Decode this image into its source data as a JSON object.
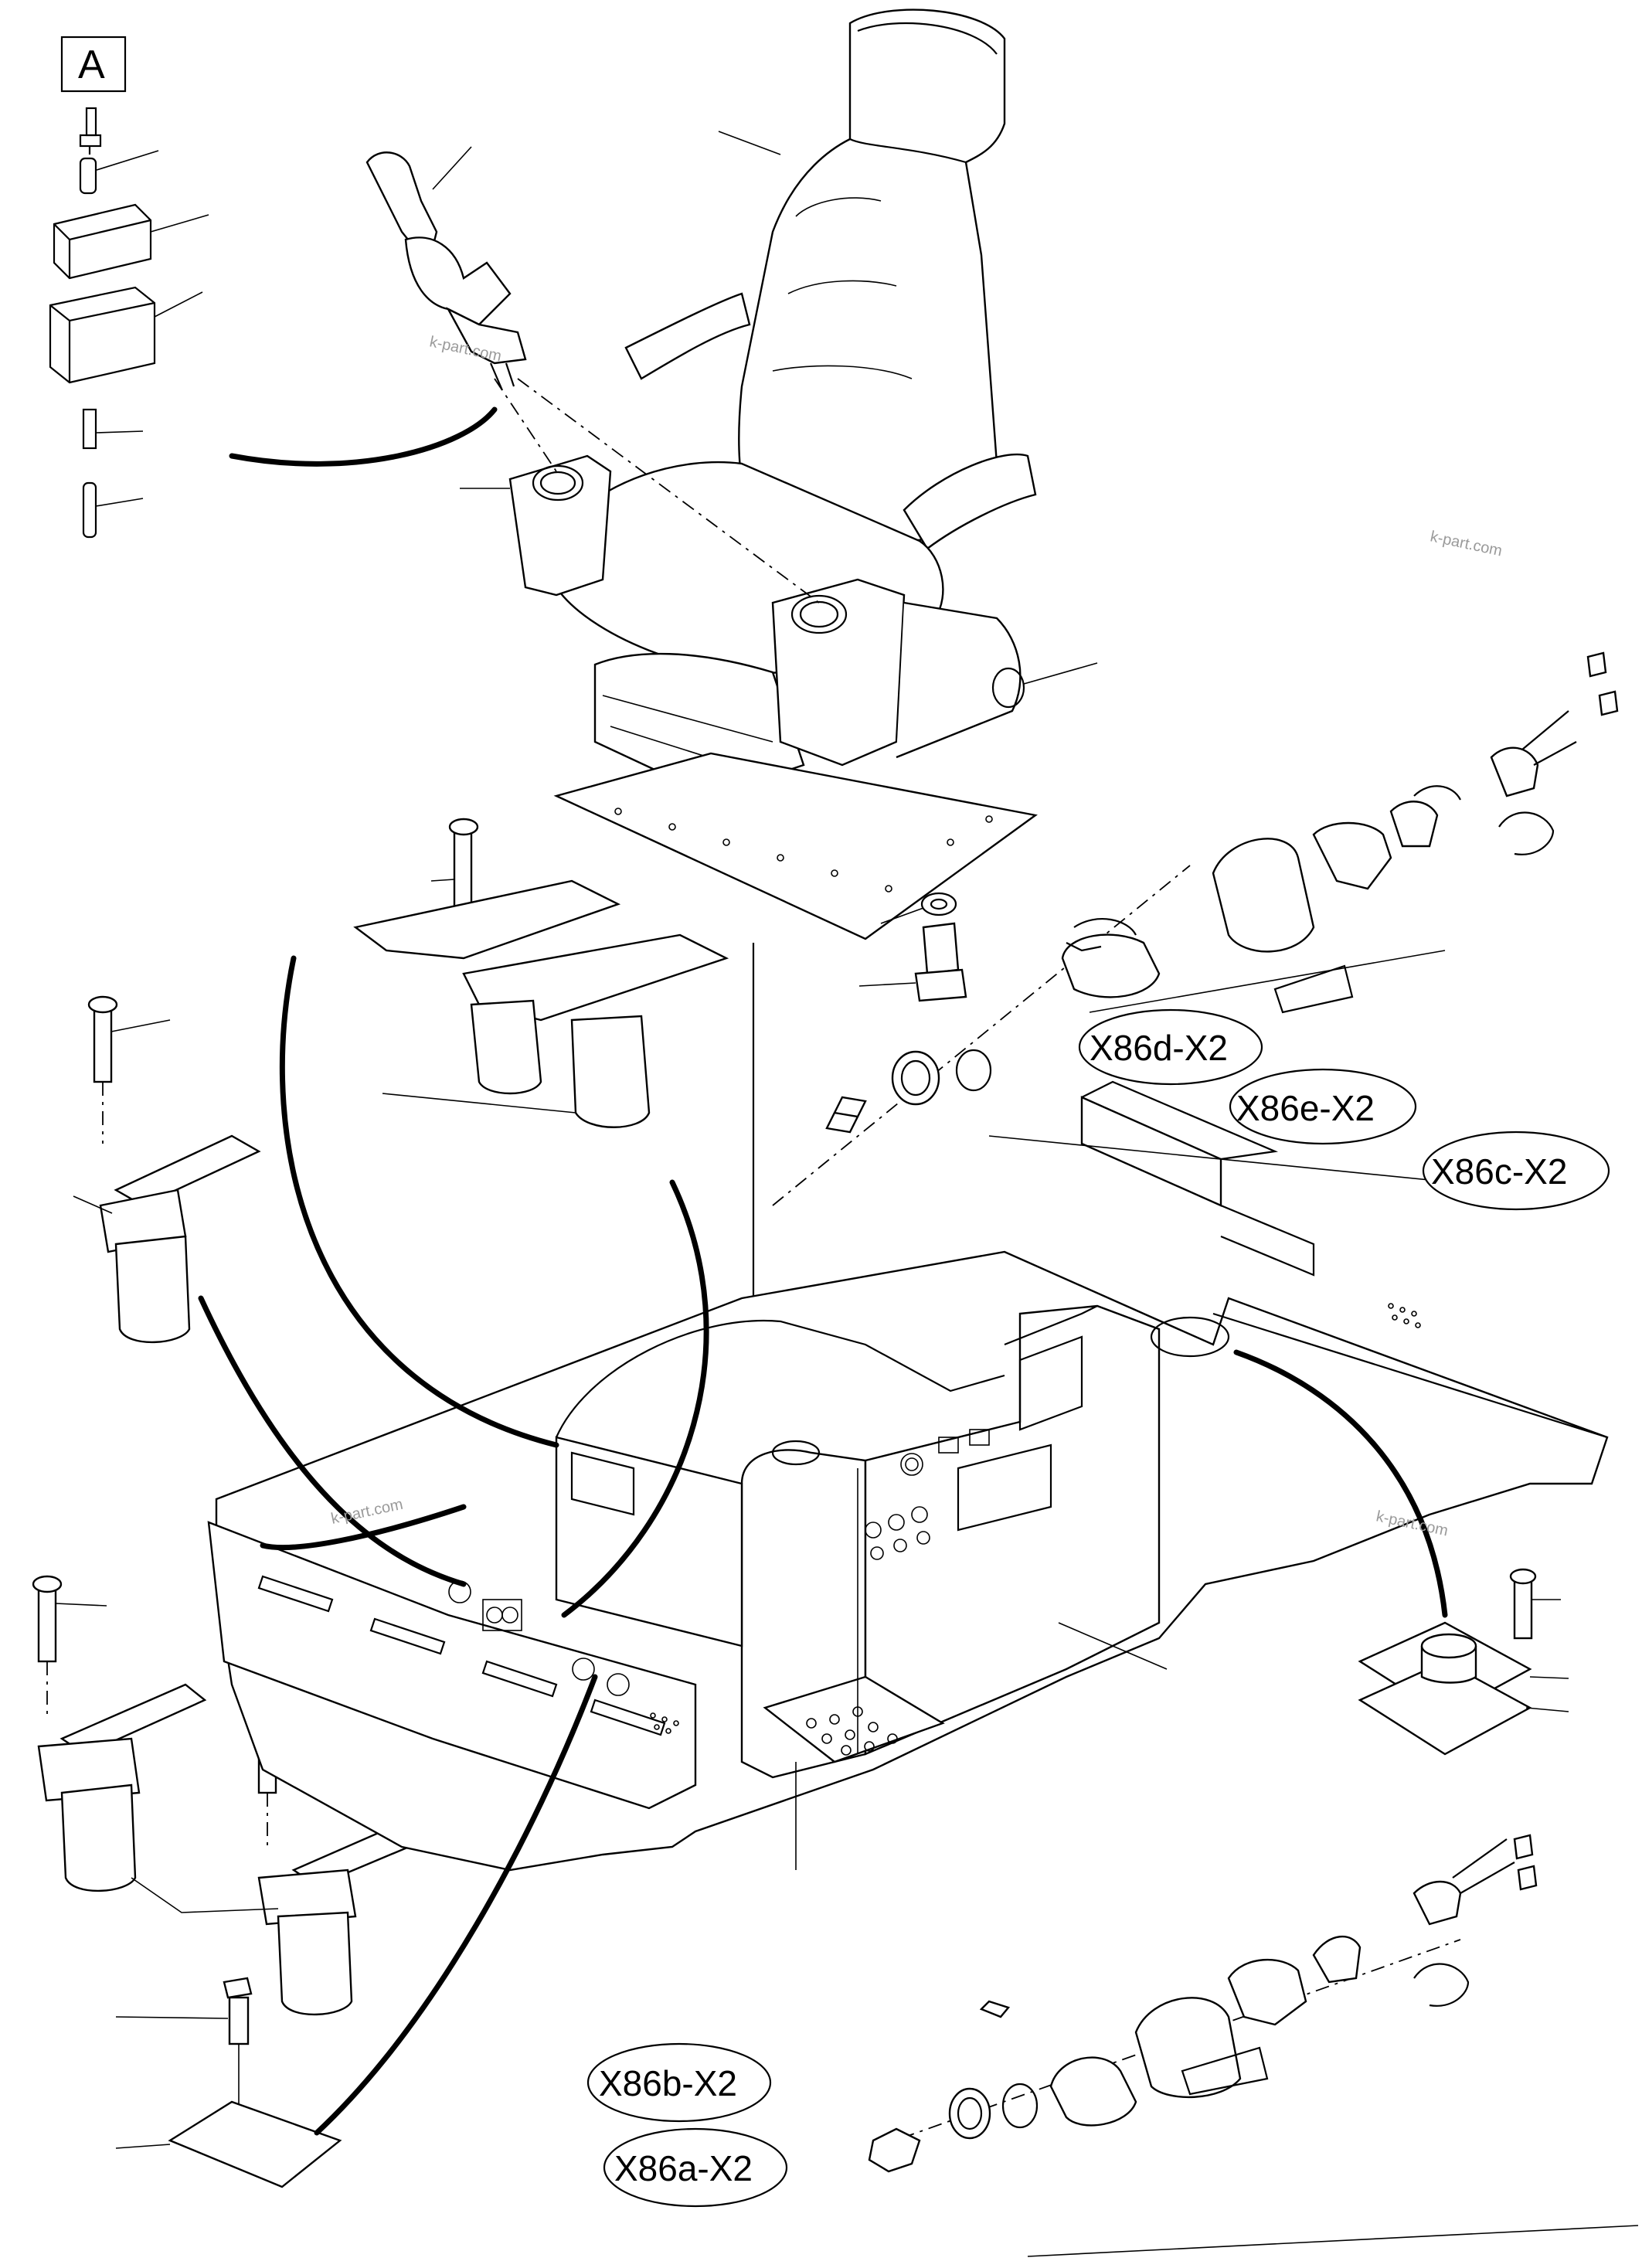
{
  "view": {
    "letter": "A"
  },
  "connector_labels": [
    "X86d-X2",
    "X86e-X2",
    "X86c-X2",
    "X86b-X2",
    "X86a-X2"
  ],
  "watermarks": [
    "k-part.com",
    "k-part.com",
    "k-part.com",
    "k-part.com"
  ],
  "icons": [
    "seat-icon",
    "joystick-icon",
    "pedal-icon",
    "floor-plate-icon",
    "console-icon",
    "connector-icon"
  ]
}
